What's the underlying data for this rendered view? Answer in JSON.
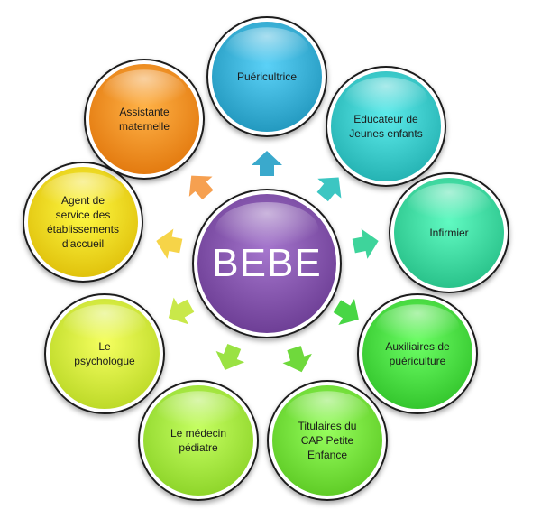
{
  "center": {
    "label": "BEBE",
    "color": "#7d4ea5"
  },
  "nodes": [
    {
      "label": "Puéricultrice",
      "color": "#33a9cf"
    },
    {
      "label": "Educateur de\nJeunes enfants",
      "color": "#35c3c3"
    },
    {
      "label": "Infirmier",
      "color": "#39d29a"
    },
    {
      "label": "Auxiliaires de\npuériculture",
      "color": "#44d63d"
    },
    {
      "label": "Titulaires du\nCAP Petite\nEnfance",
      "color": "#6fdc36"
    },
    {
      "label": "Le médecin\npédiatre",
      "color": "#9ee63a"
    },
    {
      "label": "Le\npsychologue",
      "color": "#cdeb38"
    },
    {
      "label": "Agent de\nservice des\nétablissements\nd'accueil",
      "color": "#f2d21c"
    },
    {
      "label": "Assistante\nmaternelle",
      "color": "#f58a1f"
    }
  ],
  "arrows": [
    {
      "color": "#3aa9cc"
    },
    {
      "color": "#3cc6c2"
    },
    {
      "color": "#3ed49b"
    },
    {
      "color": "#48d645"
    },
    {
      "color": "#6fd93c"
    },
    {
      "color": "#9ae243"
    },
    {
      "color": "#c9e84a"
    },
    {
      "color": "#f6d448"
    },
    {
      "color": "#f6a050"
    }
  ]
}
